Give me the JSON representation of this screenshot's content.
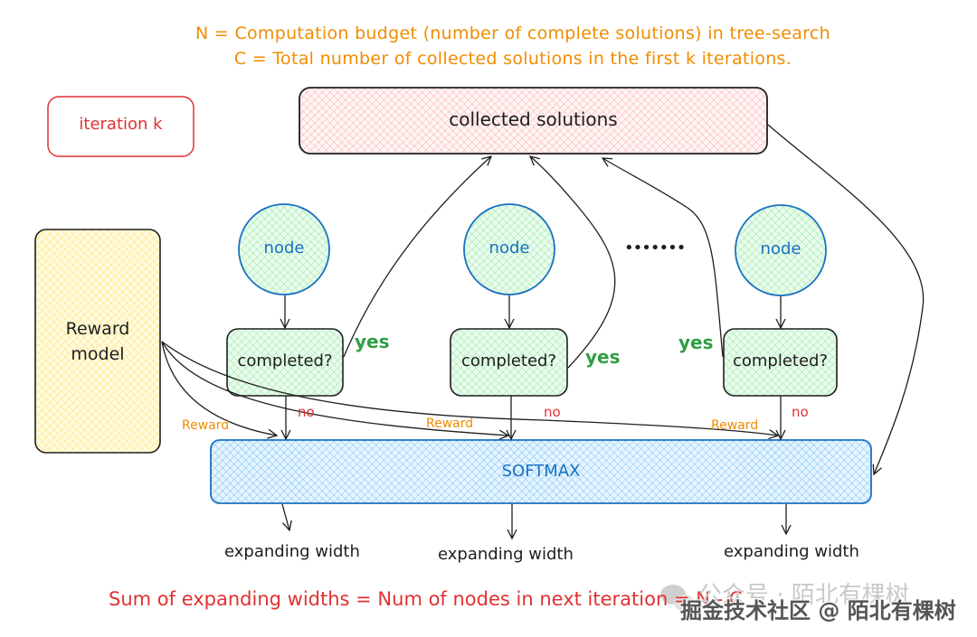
{
  "notes": {
    "line1": "N = Computation budget (number of complete solutions) in tree-search",
    "line2": "C = Total number of collected solutions in the first k iterations."
  },
  "iteration_box": {
    "label": "iteration k"
  },
  "collected_box": {
    "label": "collected solutions"
  },
  "reward_model": {
    "line1": "Reward",
    "line2": "model"
  },
  "nodes": [
    {
      "label": "node",
      "decision": "completed?",
      "yes": "yes",
      "no": "no",
      "reward": "Reward",
      "output": "expanding width"
    },
    {
      "label": "node",
      "decision": "completed?",
      "yes": "yes",
      "no": "no",
      "reward": "Reward",
      "output": "expanding width"
    },
    {
      "label": "node",
      "decision": "completed?",
      "yes": "yes",
      "no": "no",
      "reward": "Reward",
      "output": "expanding width"
    }
  ],
  "ellipsis": "•••••••",
  "softmax": {
    "label": "SOFTMAX"
  },
  "footer": {
    "equation": "Sum of expanding widths = Num of nodes in next iteration = N - C"
  },
  "watermark": {
    "faint": "公众号 · 陌北有棵树",
    "main": "掘金技术社区 @ 陌北有棵树"
  },
  "colors": {
    "note": "#f08c00",
    "collected_fill": "#ffc9c9",
    "iteration_stroke": "#e03131",
    "reward_fill": "#ffec99",
    "node_fill": "#b2f2bb",
    "node_stroke": "#1971c2",
    "softmax_fill": "#a5d8ff",
    "yes": "#2f9e44",
    "no": "#e03131"
  }
}
